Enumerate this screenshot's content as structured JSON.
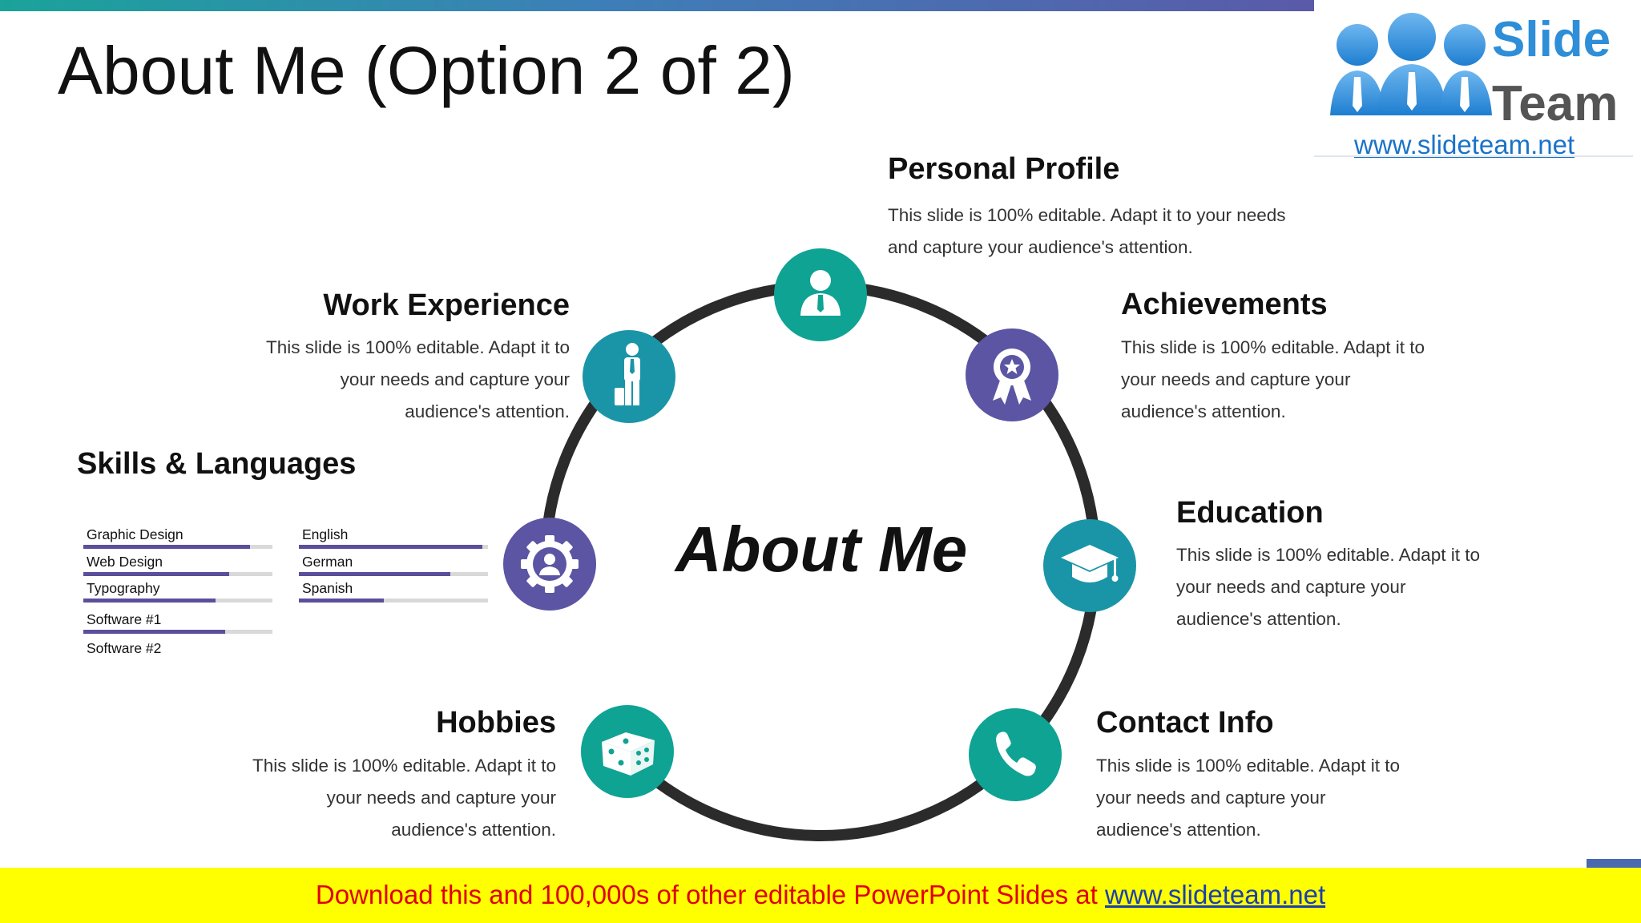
{
  "title": "About Me (Option 2 of 2)",
  "center_label": "About Me",
  "logo": {
    "line1": "Slide",
    "line2": "Team",
    "url": "www.slideteam.net"
  },
  "sections": {
    "personal_profile": {
      "heading": "Personal Profile",
      "body1": "This slide is 100% editable. Adapt it to your needs",
      "body2": "and capture your audience's attention.",
      "icon": "person-icon",
      "color": "#0fa394"
    },
    "work_experience": {
      "heading": "Work Experience",
      "body1": "This slide is 100% editable. Adapt it to",
      "body2": "your needs and capture your",
      "body3": "audience's attention.",
      "icon": "businessman-icon",
      "color": "#1a95a8"
    },
    "achievements": {
      "heading": "Achievements",
      "body1": "This slide is 100% editable. Adapt it to",
      "body2": "your needs and capture your",
      "body3": "audience's attention.",
      "icon": "award-ribbon-icon",
      "color": "#5b55a3"
    },
    "education": {
      "heading": "Education",
      "body1": "This slide is 100% editable. Adapt it to",
      "body2": "your needs and capture your",
      "body3": "audience's attention.",
      "icon": "graduation-cap-icon",
      "color": "#1a95a8"
    },
    "hobbies": {
      "heading": "Hobbies",
      "body1": "This slide is 100% editable. Adapt it to",
      "body2": "your needs and capture your",
      "body3": "audience's attention.",
      "icon": "dice-icon",
      "color": "#0fa394"
    },
    "contact_info": {
      "heading": "Contact Info",
      "body1": "This slide is 100% editable. Adapt it to",
      "body2": "your needs and capture your",
      "body3": "audience's attention.",
      "icon": "phone-icon",
      "color": "#0fa394"
    },
    "skills_center": {
      "icon": "gear-person-icon",
      "color": "#5b55a3"
    }
  },
  "skills": {
    "heading": "Skills & Languages",
    "left": [
      {
        "label": "Graphic Design",
        "level": 0.88
      },
      {
        "label": "Web Design",
        "level": 0.77
      },
      {
        "label": "Typography",
        "level": 0.7
      },
      {
        "label": "Software #1",
        "level": 0.75
      },
      {
        "label": "Software #2",
        "level": 0
      }
    ],
    "right": [
      {
        "label": "English",
        "level": 0.97
      },
      {
        "label": "German",
        "level": 0.8
      },
      {
        "label": "Spanish",
        "level": 0.45
      }
    ]
  },
  "banner": {
    "text": "Download this and 100,000s of other editable PowerPoint Slides at ",
    "link": "www.slideteam.net"
  }
}
